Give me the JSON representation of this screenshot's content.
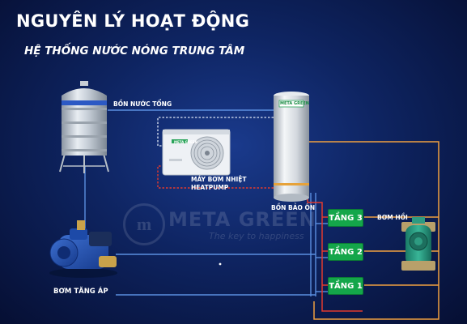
{
  "title": "NGUYÊN LÝ HOẠT ĐỘNG",
  "subtitle": "HỆ THỐNG NƯỚC NÓNG TRUNG TÂM",
  "labels": {
    "main_tank": "BỒN NƯỚC TỔNG",
    "heatpump_line1": "MÁY BƠM NHIỆT",
    "heatpump_line2": "HEATPUMP",
    "storage_tank": "BỒN BẢO ÔN",
    "return_pump": "BƠM HỒI",
    "booster_pump": "BƠM TĂNG ÁP"
  },
  "floors": [
    "TẦNG 3",
    "TẦNG 2",
    "TẦNG 1"
  ],
  "watermark": {
    "logo_letter": "m",
    "name": "META GREEN",
    "tagline": "The key to happiness"
  },
  "brand_badge": "META GREEN",
  "colors": {
    "background": "#0e2461",
    "cold_pipe": "#5b8fe0",
    "hot_pipe": "#e23a2e",
    "return_pipe": "#f0a040",
    "floor_box": "#14a64a"
  }
}
